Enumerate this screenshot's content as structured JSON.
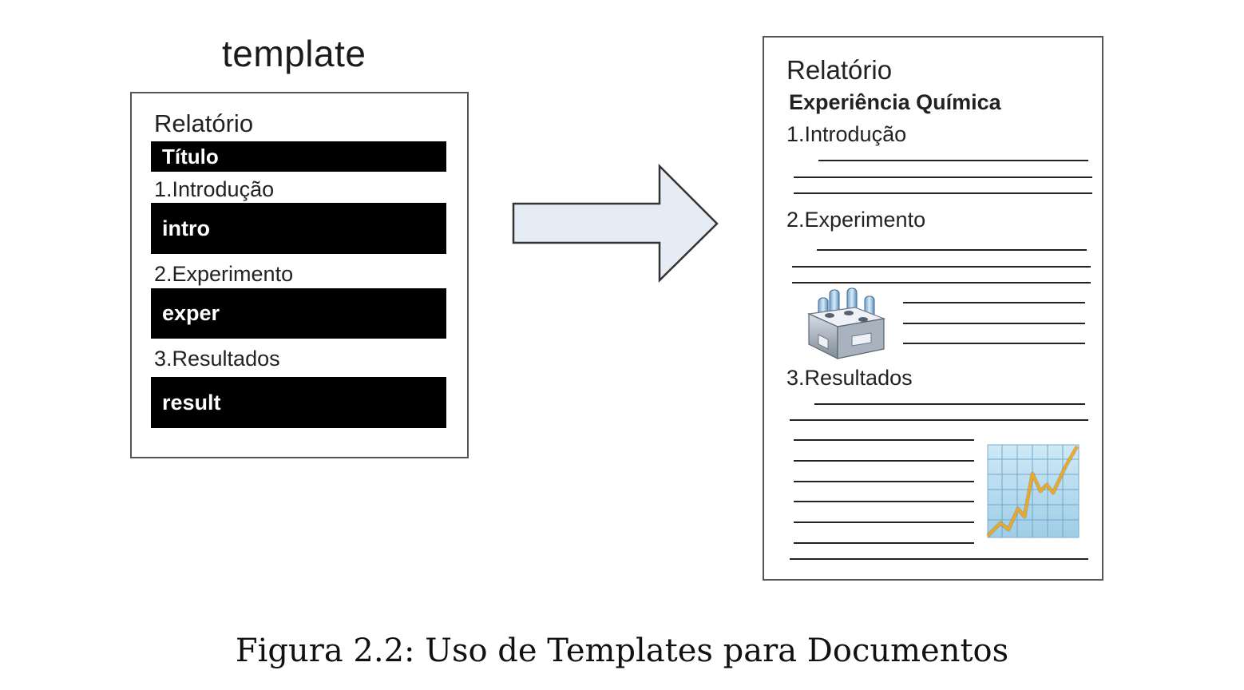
{
  "template": {
    "heading": "template",
    "title_label": "Relatório",
    "title_block": "Título",
    "section1_label": "1.Introdução",
    "section1_block": "intro",
    "section2_label": "2.Experimento",
    "section2_block": "exper",
    "section3_label": "3.Resultados",
    "section3_block": "result"
  },
  "document": {
    "title": "Relatório",
    "subtitle": "Experiência Química",
    "section1": "1.Introdução",
    "section2": "2.Experimento",
    "section3": "3.Resultados",
    "test_tube_icon": "test-tube-rack-icon",
    "chart_icon": "line-chart-icon"
  },
  "arrow": {
    "fill": "#e6ecf5",
    "stroke": "#333333"
  },
  "caption": "Figura 2.2: Uso de Templates para Documentos"
}
